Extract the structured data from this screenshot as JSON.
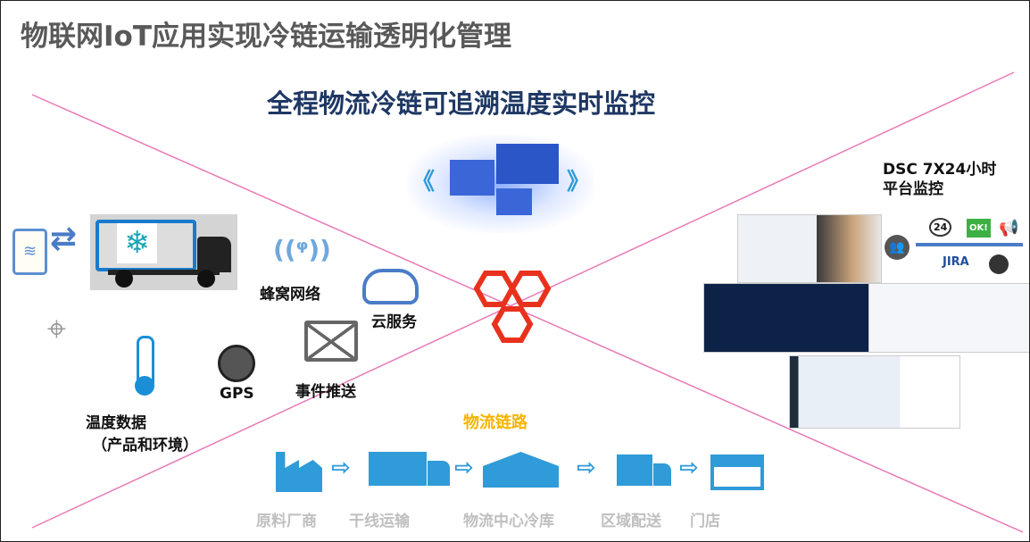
{
  "title": "物联网IoT应用实现冷链运输透明化管理",
  "subtitle": "全程物流冷链可追溯温度实时监控",
  "left": {
    "cellular": "蜂窝网络",
    "cloud": "云服务",
    "event": "事件推送",
    "gps": "GPS",
    "temp_line1": "温度数据",
    "temp_line2": "（产品和环境）"
  },
  "right": {
    "dsc_line1": "DSC 7X24小时",
    "dsc_line2": "平台监控",
    "hotline": "24",
    "ok": "OK!",
    "jira": "JIRA"
  },
  "chain": {
    "title": "物流链路",
    "steps": [
      "原料厂商",
      "干线运输",
      "物流中心冷库",
      "区域配送",
      "门店"
    ],
    "arrow": "⇨"
  },
  "colors": {
    "accent": "#e8321e",
    "blue": "#2f9bd8",
    "orange": "#f5b400",
    "pink": "#e879b4"
  }
}
